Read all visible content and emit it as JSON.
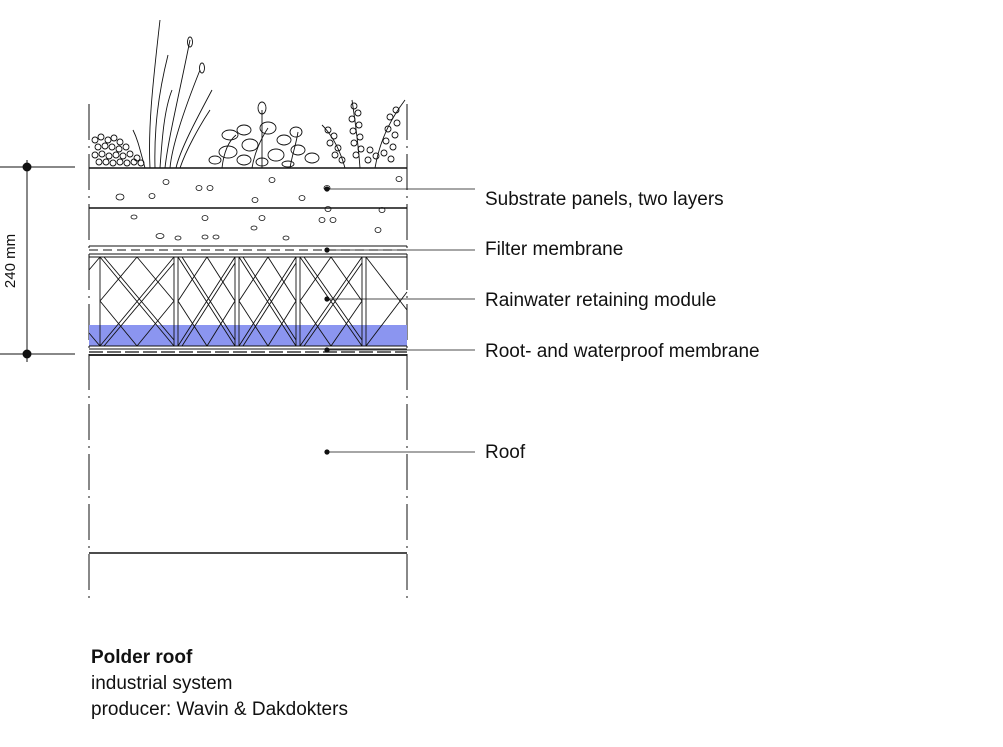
{
  "dimension": {
    "label": "240 mm"
  },
  "layers": [
    {
      "id": "substrate",
      "label": "Substrate panels, two layers"
    },
    {
      "id": "filter",
      "label": "Filter membrane"
    },
    {
      "id": "module",
      "label": "Rainwater retaining module"
    },
    {
      "id": "membrane",
      "label": "Root- and waterproof membrane"
    },
    {
      "id": "roof",
      "label": "Roof"
    }
  ],
  "caption": {
    "title": "Polder roof",
    "line1": "industrial system",
    "line2": "producer: Wavin & Dakdokters"
  },
  "colors": {
    "water": "#8b95f0",
    "line": "#111111"
  }
}
